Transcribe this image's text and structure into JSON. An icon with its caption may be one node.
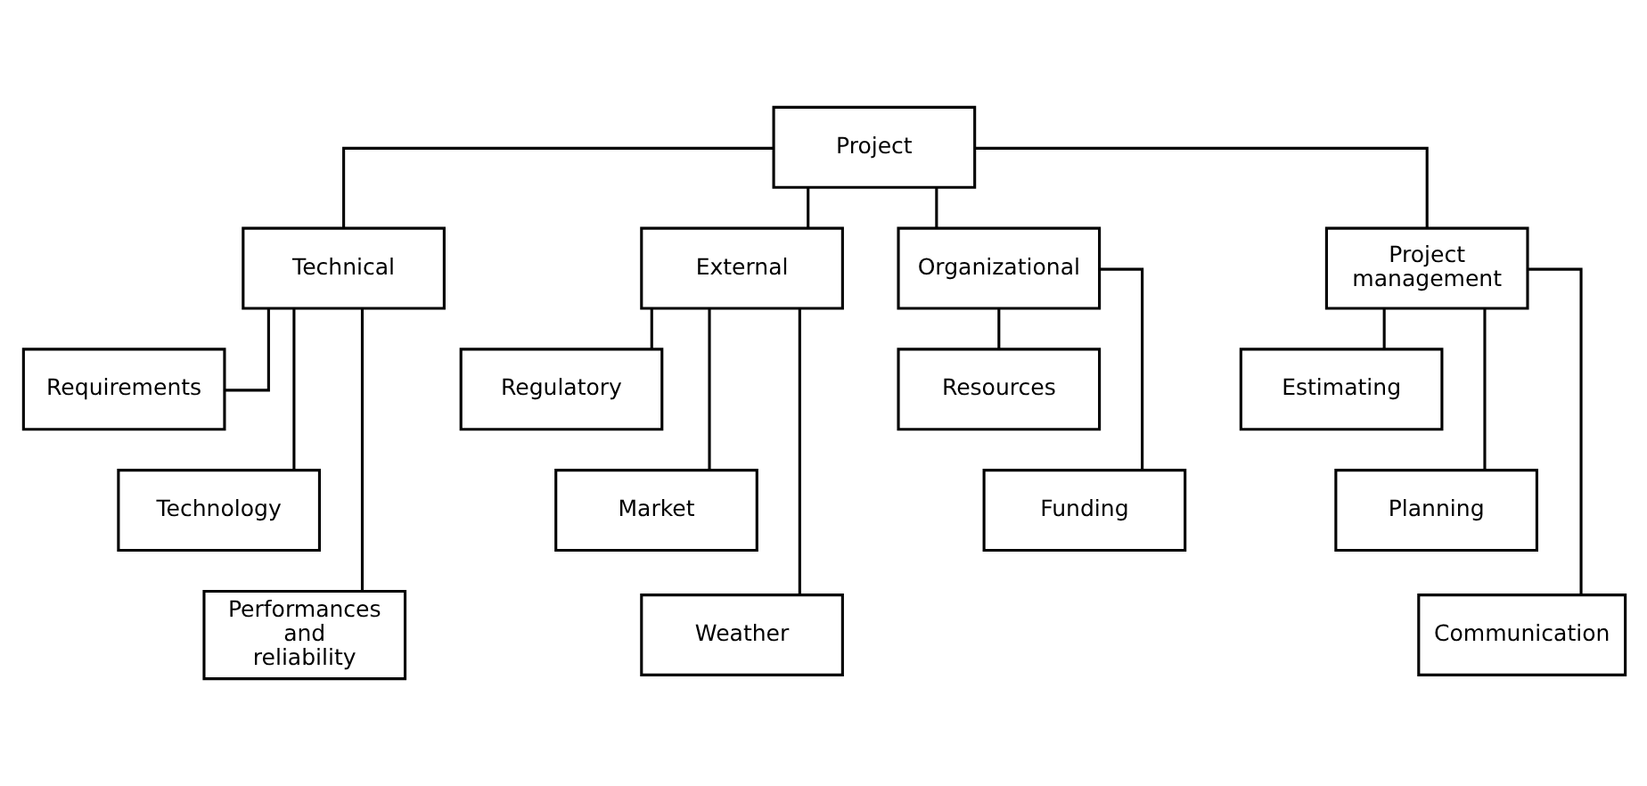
{
  "diagram": {
    "nodes": [
      {
        "text": [
          "Project"
        ]
      },
      {
        "text": [
          "Technical"
        ]
      },
      {
        "text": [
          "Requirements"
        ]
      },
      {
        "text": [
          "Technology"
        ]
      },
      {
        "text": [
          "Performances and reliability"
        ]
      },
      {
        "text": [
          "External"
        ]
      },
      {
        "text": [
          "Regulatory"
        ]
      },
      {
        "text": [
          "Market"
        ]
      },
      {
        "text": [
          "Weather"
        ]
      },
      {
        "text": [
          "Organizational"
        ]
      },
      {
        "text": [
          "Resources"
        ]
      },
      {
        "text": [
          "Funding"
        ]
      },
      {
        "text": [
          "Project management"
        ]
      },
      {
        "text": [
          "Estimating"
        ]
      },
      {
        "text": [
          "Planning"
        ]
      },
      {
        "text": [
          "Communication"
        ]
      }
    ],
    "edges": [
      {
        "from": 0,
        "to": 1,
        "arrow": "none"
      },
      {
        "from": 0,
        "to": 5,
        "arrow": "none"
      },
      {
        "from": 0,
        "to": 9,
        "arrow": "none"
      },
      {
        "from": 0,
        "to": 12,
        "arrow": "none"
      },
      {
        "from": 1,
        "to": 2,
        "arrow": "none"
      },
      {
        "from": 1,
        "to": 3,
        "arrow": "none"
      },
      {
        "from": 1,
        "to": 4,
        "arrow": "none"
      },
      {
        "from": 5,
        "to": 6,
        "arrow": "none"
      },
      {
        "from": 5,
        "to": 7,
        "arrow": "none"
      },
      {
        "from": 5,
        "to": 8,
        "arrow": "none"
      },
      {
        "from": 9,
        "to": 10,
        "arrow": "none"
      },
      {
        "from": 9,
        "to": 11,
        "arrow": "none"
      },
      {
        "from": 12,
        "to": 13,
        "arrow": "none"
      },
      {
        "from": 12,
        "to": 14,
        "arrow": "none"
      },
      {
        "from": 12,
        "to": 15,
        "arrow": "none"
      }
    ]
  }
}
